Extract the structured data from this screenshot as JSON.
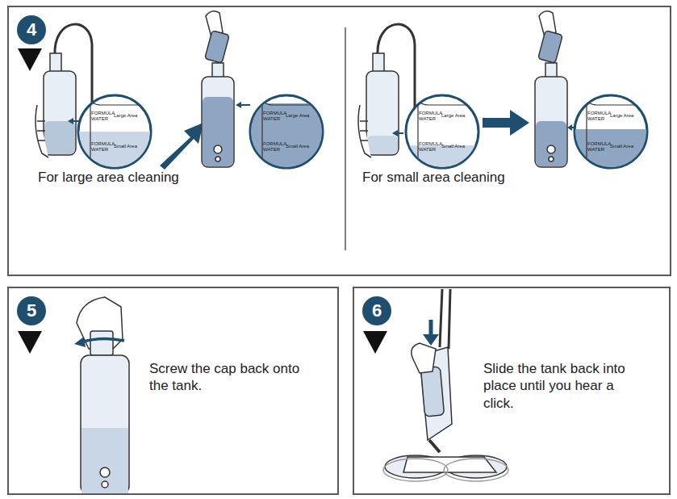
{
  "diagram": {
    "nodes": [
      {
        "text": [
          "For large area cleaning",
          "For small area cleaning"
        ]
      },
      {
        "text": [
          "4"
        ],
        "in": 0
      },
      {
        "text": [
          "Screw the cap back onto the tank."
        ]
      },
      {
        "text": [
          "5"
        ],
        "in": 2
      },
      {
        "text": [
          "Slide the tank back into place until you hear a click."
        ]
      },
      {
        "text": [
          "6"
        ],
        "in": 4
      }
    ],
    "labels": [
      "FORMULA",
      "WATER",
      "Large Area",
      "FORMULA",
      "WATER",
      "Small Area",
      "FORMULA",
      "WATER",
      "Large Area",
      "FORMULA",
      "WATER",
      "Small Area",
      "FORMULA",
      "WATER",
      "Large Area",
      "FORMULA",
      "WATER",
      "Small Area",
      "FORMULA",
      "WATER",
      "Large Area",
      "FORMULA",
      "WATER",
      "Small Area"
    ]
  }
}
